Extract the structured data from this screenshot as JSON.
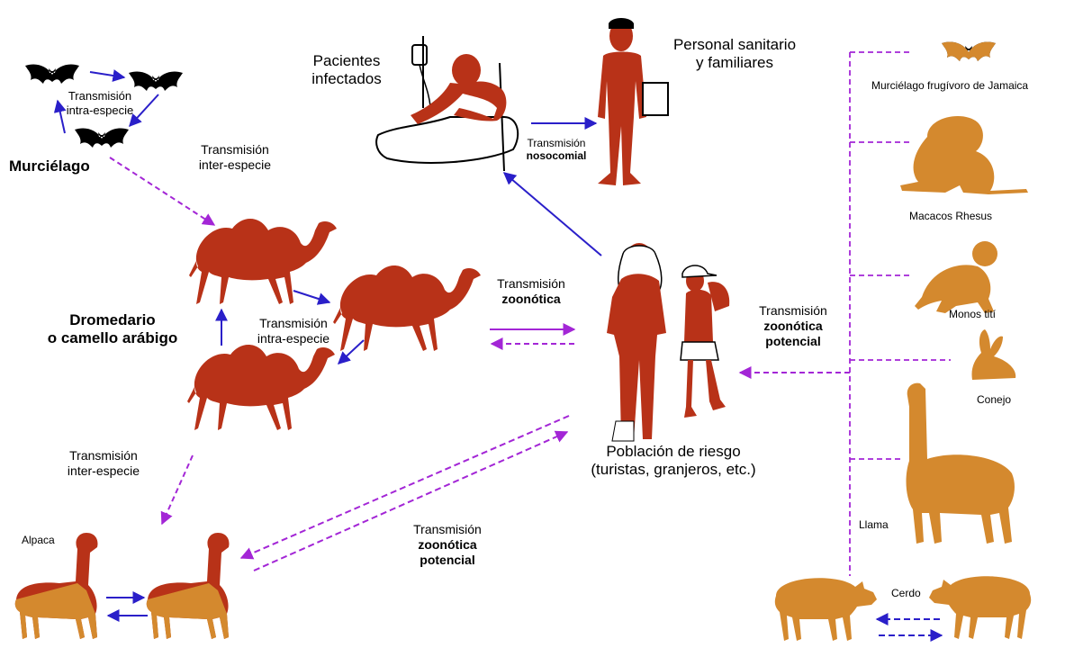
{
  "labels": {
    "bat": "Murciélago",
    "bat_intra_1": "Transmisión",
    "bat_intra_2": "intra-especie",
    "bat_inter_1": "Transmisión",
    "bat_inter_2": "inter-especie",
    "camel_1": "Dromedario",
    "camel_2": "o camello arábigo",
    "camel_intra_1": "Transmisión",
    "camel_intra_2": "intra-especie",
    "camel_inter_1": "Transmisión",
    "camel_inter_2": "inter-especie",
    "alpaca": "Alpaca",
    "patients_1": "Pacientes",
    "patients_2": "infectados",
    "staff_1": "Personal sanitario",
    "staff_2": "y familiares",
    "noso_1": "Transmisión",
    "noso_2": "nosocomial",
    "zoo_1": "Transmisión",
    "zoo_2": "zoonótica",
    "risk_1": "Población de riesgo",
    "risk_2": "(turistas, granjeros, etc.)",
    "zoo_pot_r_1": "Transmisión",
    "zoo_pot_r_2": "zoonótica",
    "zoo_pot_r_3": "potencial",
    "zoo_pot_b_1": "Transmisión",
    "zoo_pot_b_2": "zoonótica",
    "zoo_pot_b_3": "potencial",
    "jamaica_bat": "Murciélago frugívoro de Jamaica",
    "macaque": "Macacos Rhesus",
    "marmoset": "Monos tití",
    "rabbit": "Conejo",
    "llama": "Llama",
    "pig": "Cerdo"
  },
  "colors": {
    "camel_red": "#b83218",
    "animal_tan": "#d4892e",
    "arrow_blue": "#2a1fc9",
    "arrow_purple": "#a326d6",
    "ink": "#000000"
  },
  "icons": [
    "bat-icon",
    "camel-icon",
    "alpaca-icon",
    "patient-icon",
    "doctor-icon",
    "person-icon",
    "monkey-icon",
    "rabbit-icon",
    "llama-icon",
    "pig-icon"
  ]
}
